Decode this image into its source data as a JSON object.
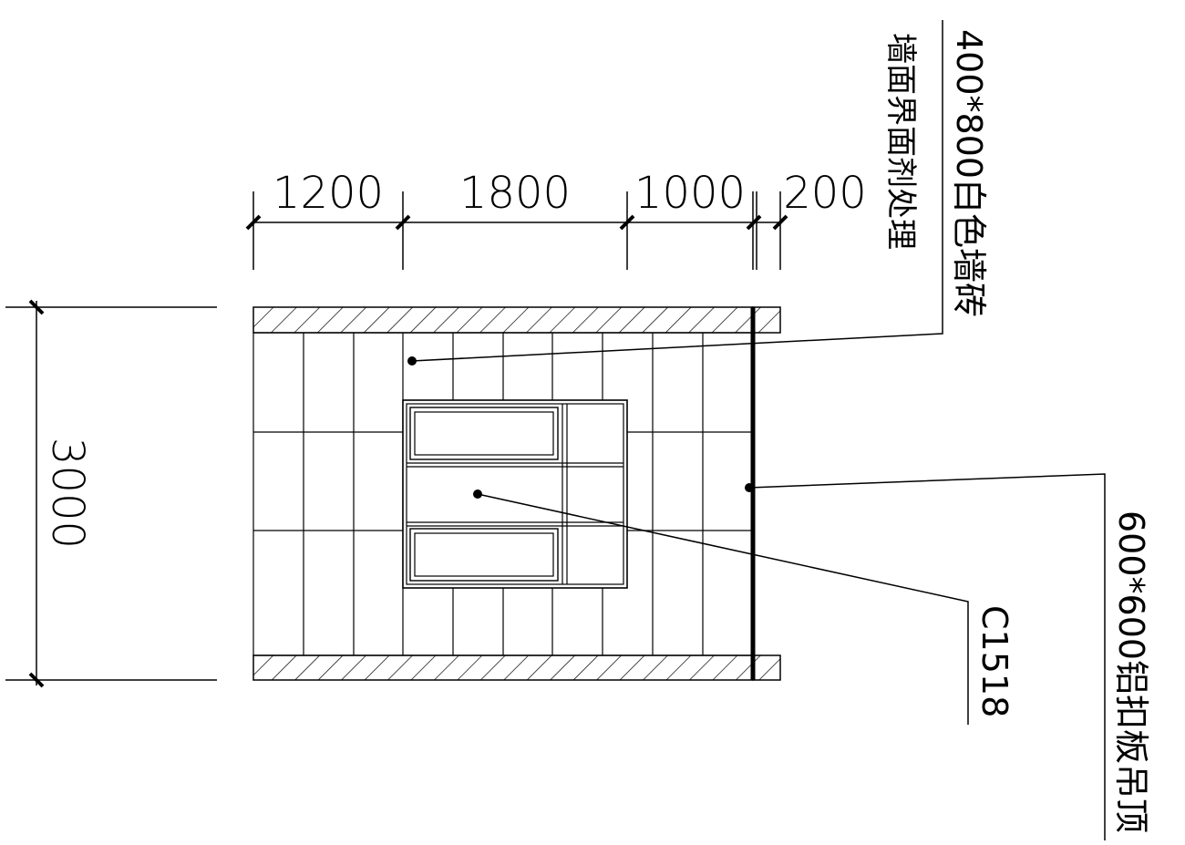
{
  "dimensions": {
    "top": [
      "1200",
      "1800",
      "1000",
      "200"
    ],
    "left": "3000"
  },
  "annotations": {
    "wall_tile": "400*800白色墙砖",
    "wall_treatment": "墙面界面剂处理",
    "window": "C1518",
    "ceiling": "600*600铝扣板吊顶"
  },
  "colors": {
    "line": "#000000",
    "background": "#ffffff"
  }
}
